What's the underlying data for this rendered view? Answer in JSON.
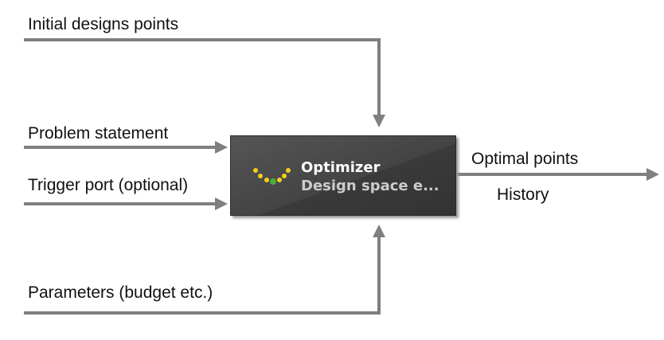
{
  "inputs": {
    "initial_designs": "Initial designs points",
    "problem_statement": "Problem statement",
    "trigger_port": "Trigger port (optional)",
    "parameters": "Parameters (budget etc.)"
  },
  "block": {
    "title": "Optimizer",
    "subtitle": "Design space e..."
  },
  "outputs": {
    "optimal_points": "Optimal points",
    "history": "History"
  },
  "colors": {
    "line": "#7f7f7f",
    "block": "#444444",
    "dot_yellow": "#f5cf1a",
    "dot_green": "#4caf3c"
  }
}
